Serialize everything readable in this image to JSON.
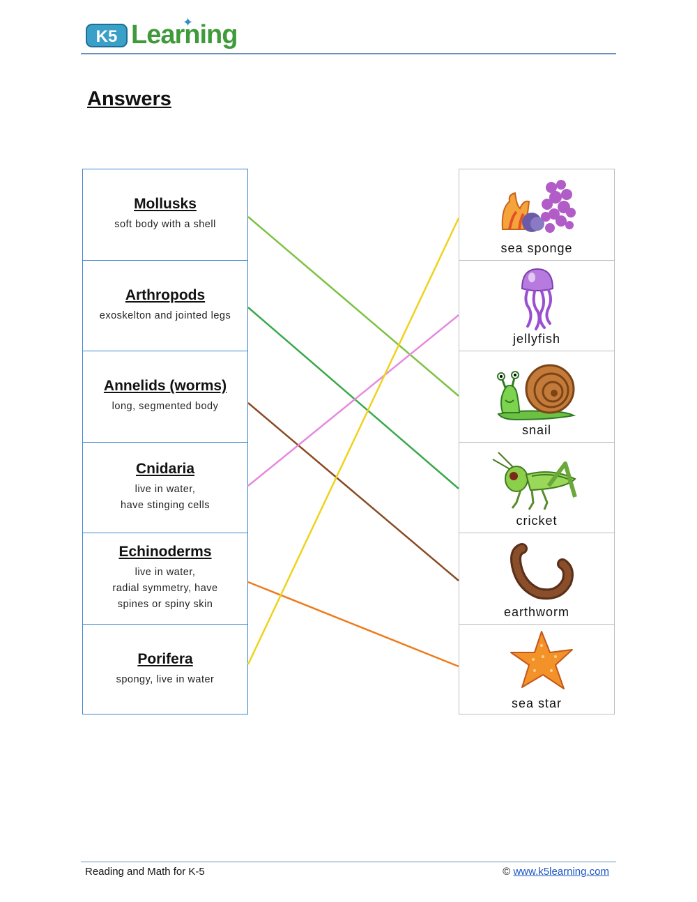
{
  "logo": {
    "badge": "K5",
    "word": "Learning"
  },
  "title": "Answers",
  "categories": [
    {
      "name": "Mollusks",
      "desc": [
        "soft body with a shell"
      ]
    },
    {
      "name": "Arthropods",
      "desc": [
        "exoskelton and jointed legs"
      ]
    },
    {
      "name": "Annelids (worms)",
      "desc": [
        "long, segmented body"
      ]
    },
    {
      "name": "Cnidaria",
      "desc": [
        "live in water,",
        "have stinging cells"
      ]
    },
    {
      "name": "Echinoderms",
      "desc": [
        "live in water,",
        "radial symmetry, have",
        "spines or spiny skin"
      ]
    },
    {
      "name": "Porifera",
      "desc": [
        "spongy, live in water"
      ]
    }
  ],
  "animals": [
    {
      "label": "sea sponge",
      "icon": "sea-sponge-icon"
    },
    {
      "label": "jellyfish",
      "icon": "jellyfish-icon"
    },
    {
      "label": "snail",
      "icon": "snail-icon"
    },
    {
      "label": "cricket",
      "icon": "cricket-icon"
    },
    {
      "label": "earthworm",
      "icon": "earthworm-icon"
    },
    {
      "label": "sea star",
      "icon": "sea-star-icon"
    }
  ],
  "matches": [
    {
      "category": "Mollusks",
      "animal": "snail",
      "color": "#7cc242"
    },
    {
      "category": "Arthropods",
      "animal": "cricket",
      "color": "#3aa84a"
    },
    {
      "category": "Annelids (worms)",
      "animal": "earthworm",
      "color": "#8a4a24"
    },
    {
      "category": "Cnidaria",
      "animal": "jellyfish",
      "color": "#e58ae0"
    },
    {
      "category": "Echinoderms",
      "animal": "sea star",
      "color": "#f07a1a"
    },
    {
      "category": "Porifera",
      "animal": "sea sponge",
      "color": "#efd21a"
    }
  ],
  "footer": {
    "left": "Reading and Math for K-5",
    "copyright": "©",
    "link": "www.k5learning.com"
  }
}
